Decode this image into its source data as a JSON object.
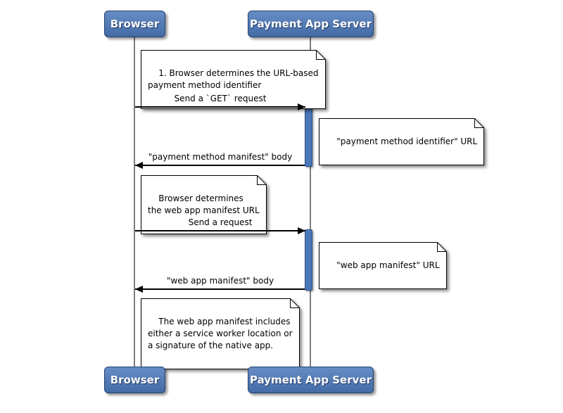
{
  "diagram": {
    "type": "sequence",
    "actors": [
      {
        "label": "Browser"
      },
      {
        "label": "Payment App Server"
      }
    ],
    "messages": [
      {
        "label": "Send a `GET` request",
        "from": "Browser",
        "to": "Payment App Server",
        "direction": "right"
      },
      {
        "label": "\"payment method manifest\" body",
        "from": "Payment App Server",
        "to": "Browser",
        "direction": "left"
      },
      {
        "label": "Send a request",
        "from": "Browser",
        "to": "Payment App Server",
        "direction": "right"
      },
      {
        "label": "\"web app manifest\" body",
        "from": "Payment App Server",
        "to": "Browser",
        "direction": "left"
      }
    ],
    "notes": [
      {
        "text": "1. Browser determines the URL-based\npayment method identifier",
        "position": "over Browser"
      },
      {
        "text": "\"payment method identifier\" URL",
        "position": "right of Payment App Server"
      },
      {
        "text": "Browser determines\nthe web app manifest URL",
        "position": "over Browser"
      },
      {
        "text": "\"web app manifest\" URL",
        "position": "right of Payment App Server"
      },
      {
        "text": "The web app manifest includes\neither a service worker location or\na signature of the native app.",
        "position": "over Browser"
      }
    ],
    "colors": {
      "background": "#ffffff",
      "actor_fill": "#4a77b9",
      "actor_border": "#24426f",
      "actor_text": "#ffffff",
      "lifeline": "#7d7d7d",
      "activation_fill": "#4a77b9",
      "activation_border": "#2b4a7d",
      "note_fill": "#ffffff",
      "note_border": "#000000",
      "message_line": "#000000",
      "text": "#000000"
    }
  }
}
